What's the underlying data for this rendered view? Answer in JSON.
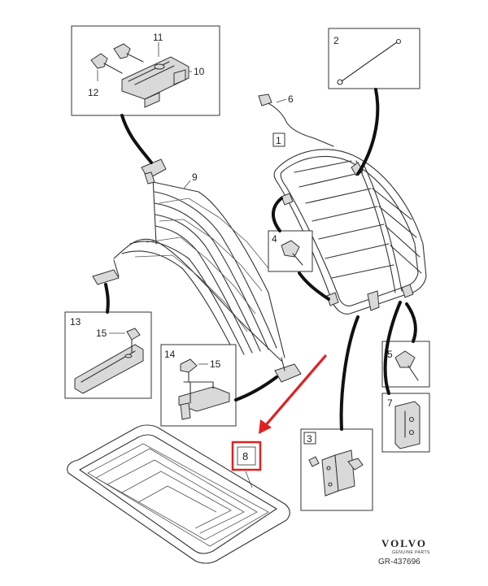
{
  "callouts": {
    "c1": "1",
    "c2": "2",
    "c3": "3",
    "c4": "4",
    "c5": "5",
    "c6": "6",
    "c7": "7",
    "c8": "8",
    "c9": "9",
    "c10": "10",
    "c11": "11",
    "c12": "12",
    "c13": "13",
    "c14": "14",
    "c15a": "15",
    "c15b": "15"
  },
  "brand": {
    "name": "VOLVO",
    "tagline": "GENUINE PARTS",
    "reference": "GR-437696"
  },
  "colors": {
    "highlight": "#e02020",
    "line": "#333333"
  }
}
